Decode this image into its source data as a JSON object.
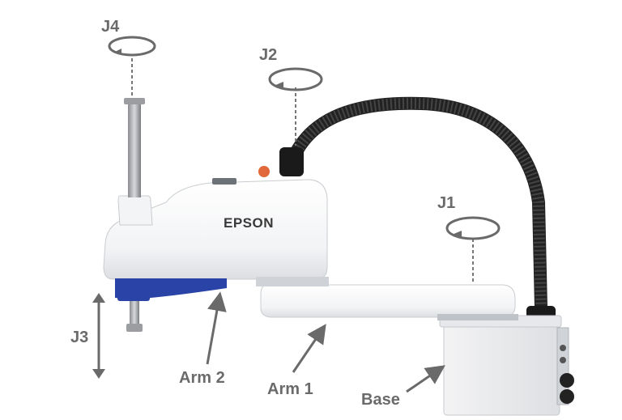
{
  "figure": {
    "brand": "EPSON",
    "labels": {
      "j1": "J1",
      "j2": "J2",
      "j3": "J3",
      "j4": "J4",
      "arm1": "Arm 1",
      "arm2": "Arm 2",
      "base": "Base"
    }
  }
}
